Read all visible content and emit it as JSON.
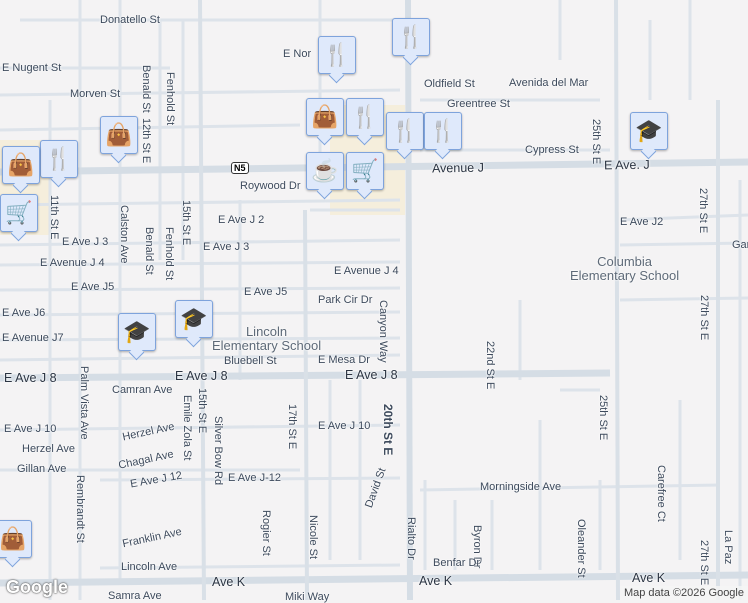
{
  "map": {
    "highway_shield": "N5",
    "street_labels": [
      "Donatello St",
      "E Nugent St",
      "Morven St",
      "Benald St",
      "Fenhold St",
      "12th St E",
      "E Nor",
      "Calston Ave",
      "11th St E",
      "15th St E",
      "Roywood Dr",
      "E Ave J 2",
      "Benald St",
      "Fenhold St",
      "E Ave J 3",
      "E Ave J 3",
      "E Avenue J 4",
      "E Avenue J 4",
      "E Ave J5",
      "E Ave J5",
      "Park Cir Dr",
      "Oldfield St",
      "Avenida del Mar",
      "Greentree St",
      "Cypress St",
      "Avenue J",
      "E Ave. J",
      "25th St E",
      "27th St E",
      "E Ave J2",
      "Gar",
      "E Ave J6",
      "E Avenue J7",
      "Bluebell St",
      "E Mesa Dr",
      "E Ave J 8",
      "E Ave J 8",
      "E Ave J 8",
      "Canyon Way",
      "20th St E",
      "22nd St E",
      "Camran Ave",
      "Palm Vista Ave",
      "Emile Zola St",
      "15th St E",
      "Silver Bow Rd",
      "17th St E",
      "E Ave J 10",
      "E Ave J 10",
      "Herzel Ave",
      "Herzel Ave",
      "Chagal Ave",
      "Gillan Ave",
      "E Ave J 12",
      "E Ave J-12",
      "Rembrandt St",
      "Rogier St",
      "Nicole St",
      "David St",
      "Franklin Ave",
      "Lincoln Ave",
      "Ave K",
      "Ave K",
      "Ave K",
      "Samra Ave",
      "Miki Way",
      "Morningside Ave",
      "Rialto Dr",
      "Byron Dr",
      "Oleander St",
      "Benfar Dr",
      "25th St E",
      "Carefree Ct",
      "27th St E",
      "27th St E",
      "La Paz"
    ],
    "poi_labels": [
      "Columbia\nElementary School",
      "Lincoln\nElementary School"
    ],
    "markers": [
      {
        "type": "restaurant",
        "icon": "fork-knife-icon"
      },
      {
        "type": "restaurant",
        "icon": "fork-knife-icon"
      },
      {
        "type": "shopping",
        "icon": "shopping-bag-icon"
      },
      {
        "type": "shopping",
        "icon": "shopping-bag-icon"
      },
      {
        "type": "restaurant",
        "icon": "fork-knife-icon"
      },
      {
        "type": "restaurant",
        "icon": "fork-knife-icon"
      },
      {
        "type": "restaurant",
        "icon": "fork-knife-icon"
      },
      {
        "type": "grocery",
        "icon": "shopping-cart-icon"
      },
      {
        "type": "cafe",
        "icon": "coffee-cup-icon"
      },
      {
        "type": "school",
        "icon": "graduation-cap-icon"
      },
      {
        "type": "school",
        "icon": "graduation-cap-icon"
      },
      {
        "type": "school",
        "icon": "graduation-cap-icon"
      },
      {
        "type": "restaurant",
        "icon": "fork-knife-icon"
      },
      {
        "type": "shopping",
        "icon": "shopping-bag-icon"
      },
      {
        "type": "grocery",
        "icon": "shopping-cart-icon"
      },
      {
        "type": "shopping",
        "icon": "shopping-bag-icon"
      }
    ],
    "logo": "Google",
    "attribution": "Map data ©2026 Google",
    "colors": {
      "background": "#f4f3f4",
      "road": "#d5dde5",
      "marker_fill": "#dfe9fb",
      "marker_icon": "#0e3d66",
      "commercial": "#f5eedc"
    }
  }
}
